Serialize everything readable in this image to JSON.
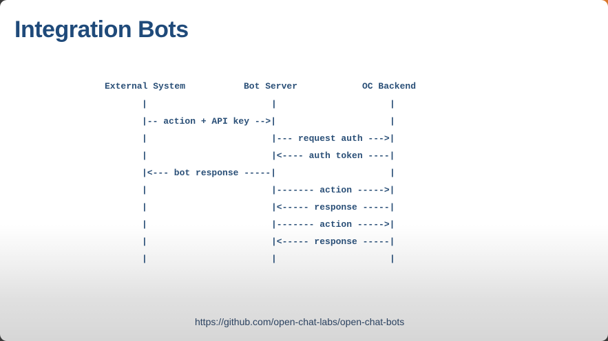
{
  "slide": {
    "title": "Integration Bots",
    "url": "https://github.com/open-chat-labs/open-chat-bots"
  },
  "diagram": {
    "headers": {
      "external_system": "External System",
      "bot_server": "Bot Server",
      "oc_backend": "OC Backend"
    },
    "lifeline_glyph": "|",
    "messages": {
      "action_api_key": "|-- action + API key -->|",
      "request_auth": "|--- request auth --->|",
      "auth_token": "|<---- auth token ----|",
      "bot_response": "|<--- bot response -----|",
      "action_1": "|------- action ----->|",
      "response_1": "|<----- response -----|",
      "action_2": "|------- action ----->|",
      "response_2": "|<----- response -----|"
    }
  },
  "colors": {
    "title": "#1f4a7a",
    "diagram_text": "#2a4f77",
    "url_text": "#2b4260",
    "slide_background": "#ffffff",
    "frame_background": "#3a3a3a",
    "corner_accent": "#d9772b"
  }
}
